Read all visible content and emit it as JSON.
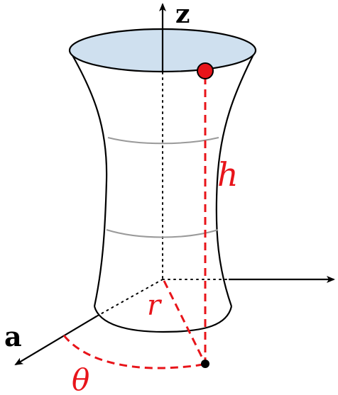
{
  "labels": {
    "z_axis": "z",
    "a_axis": "a",
    "height": "h",
    "radius": "r",
    "angle": "θ"
  },
  "colors": {
    "outline": "#000000",
    "accent": "#e8141a",
    "top_fill": "#cfe0ef",
    "band": "#9a9a9a",
    "background": "#ffffff"
  }
}
